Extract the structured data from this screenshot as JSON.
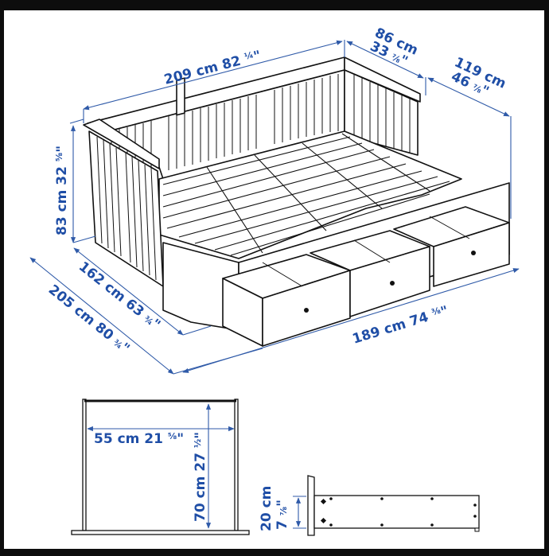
{
  "diagram": {
    "subject": "Daybed with 3 drawers - product dimensions",
    "colors": {
      "dimension_text": "#1f4ea6",
      "dimension_line": "#2f5aa8",
      "outline": "#111111",
      "background": "#ffffff",
      "border": "#0d0d0d"
    },
    "main_view": {
      "width_top": {
        "cm": "209 cm",
        "in_whole": "82",
        "in_frac": "1/4",
        "in_frac_glyph": "¼",
        "unit": "\""
      },
      "depth_top": {
        "cm": "86 cm",
        "in_whole": "33",
        "in_frac_glyph": "⅞",
        "unit": "\""
      },
      "depth_extended": {
        "cm": "119 cm",
        "in_whole": "46",
        "in_frac_glyph": "⅞",
        "unit": "\""
      },
      "height": {
        "cm": "83 cm",
        "in_whole": "32",
        "in_frac_glyph": "⅝",
        "unit": "\""
      },
      "depth_bed_side": {
        "cm": "162 cm",
        "in_whole": "63",
        "in_frac_glyph": "¾",
        "unit": "\""
      },
      "depth_extended_side": {
        "cm": "205 cm",
        "in_whole": "80",
        "in_frac_glyph": "¾",
        "unit": "\""
      },
      "drawer_run": {
        "cm": "189 cm",
        "in_whole": "74",
        "in_frac_glyph": "⅜",
        "unit": "\""
      },
      "drawer_count": 3
    },
    "drawer_front_view": {
      "width": {
        "cm": "55 cm",
        "in_whole": "21",
        "in_frac_glyph": "⅝",
        "unit": "\""
      },
      "depth": {
        "cm": "70 cm",
        "in_whole": "27",
        "in_frac_glyph": "½",
        "unit": "\""
      }
    },
    "drawer_side_view": {
      "height": {
        "cm": "20 cm",
        "in_whole": "7",
        "in_frac_glyph": "⅞",
        "unit": "\""
      }
    }
  }
}
